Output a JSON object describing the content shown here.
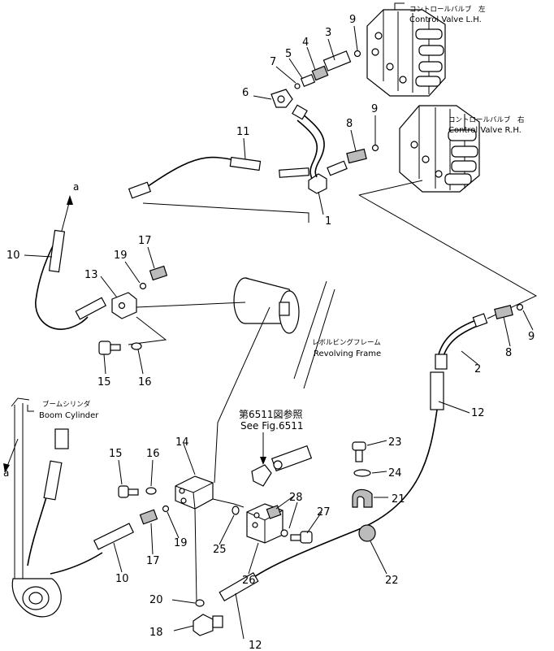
{
  "labels": {
    "cv_lh_jp": "コントロールバルブ　左",
    "cv_lh_en": "Control Valve L.H.",
    "cv_rh_jp": "コントロールバルブ　右",
    "cv_rh_en": "Control Valve R.H.",
    "rf_jp": "レボルビングフレーム",
    "rf_en": "Revolving Frame",
    "boom_jp": "ブームシリンダ",
    "boom_en": "Boom Cylinder",
    "see_jp": "第6511図参照",
    "see_en": "See Fig.6511",
    "marker_a": "a"
  },
  "part_numbers": {
    "p1": "1",
    "p2": "2",
    "p3": "3",
    "p4": "4",
    "p5": "5",
    "p6": "6",
    "p7": "7",
    "p8": "8",
    "p9": "9",
    "p10": "10",
    "p11": "11",
    "p12": "12",
    "p13": "13",
    "p14": "14",
    "p15": "15",
    "p16": "16",
    "p17": "17",
    "p18": "18",
    "p19": "19",
    "p20": "20",
    "p21": "21",
    "p22": "22",
    "p23": "23",
    "p24": "24",
    "p25": "25",
    "p26": "26",
    "p27": "27",
    "p28": "28"
  }
}
